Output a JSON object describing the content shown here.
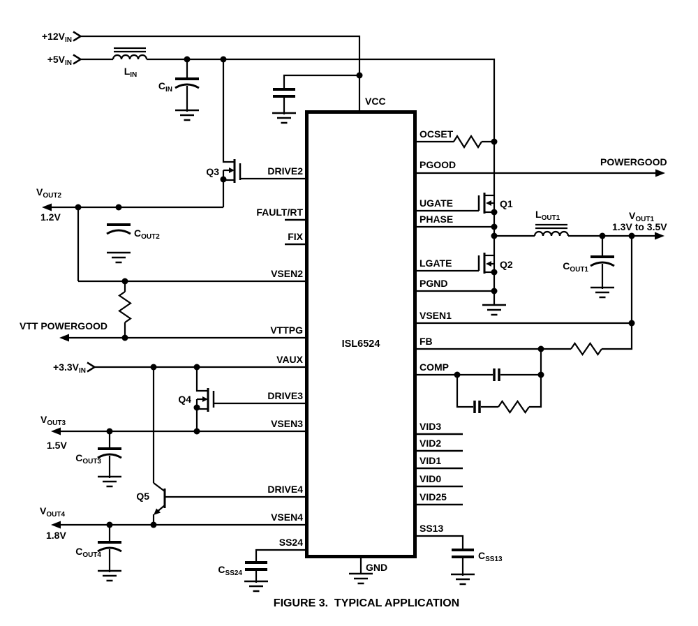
{
  "colors": {
    "ink": "#000000",
    "background": "#ffffff"
  },
  "figure": {
    "caption": "FIGURE 3.  TYPICAL APPLICATION"
  },
  "chip": {
    "name": "ISL6524",
    "pins": {
      "top": "VCC",
      "bottom": "GND",
      "left": [
        "DRIVE2",
        "FAULT/RT",
        "FIX",
        "VSEN2",
        "VTTPG",
        "VAUX",
        "DRIVE3",
        "VSEN3",
        "DRIVE4",
        "VSEN4",
        "SS24"
      ],
      "right": [
        "OCSET",
        "PGOOD",
        "UGATE",
        "PHASE",
        "LGATE",
        "PGND",
        "VSEN1",
        "FB",
        "COMP",
        "VID3",
        "VID2",
        "VID1",
        "VID0",
        "VID25",
        "SS13"
      ]
    }
  },
  "inputs": {
    "v12": {
      "main": "+12V",
      "sub": "IN"
    },
    "v5": {
      "main": "+5V",
      "sub": "IN"
    },
    "v33": {
      "main": "+3.3V",
      "sub": "IN"
    }
  },
  "outputs": {
    "vout1": {
      "main": "V",
      "sub": "OUT1",
      "range": "1.3V to 3.5V"
    },
    "vout2": {
      "main": "V",
      "sub": "OUT2",
      "value": "1.2V"
    },
    "vout3": {
      "main": "V",
      "sub": "OUT3",
      "value": "1.5V"
    },
    "vout4": {
      "main": "V",
      "sub": "OUT4",
      "value": "1.8V"
    },
    "powergood": "POWERGOOD",
    "vtt_powergood": "VTT POWERGOOD"
  },
  "components": {
    "l_in": {
      "main": "L",
      "sub": "IN"
    },
    "c_in": {
      "main": "C",
      "sub": "IN"
    },
    "l_out1": {
      "main": "L",
      "sub": "OUT1"
    },
    "c_out1": {
      "main": "C",
      "sub": "OUT1"
    },
    "c_out2": {
      "main": "C",
      "sub": "OUT2"
    },
    "c_out3": {
      "main": "C",
      "sub": "OUT3"
    },
    "c_out4": {
      "main": "C",
      "sub": "OUT4"
    },
    "c_ss24": {
      "main": "C",
      "sub": "SS24"
    },
    "c_ss13": {
      "main": "C",
      "sub": "SS13"
    },
    "q1": "Q1",
    "q2": "Q2",
    "q3": "Q3",
    "q4": "Q4",
    "q5": "Q5"
  }
}
